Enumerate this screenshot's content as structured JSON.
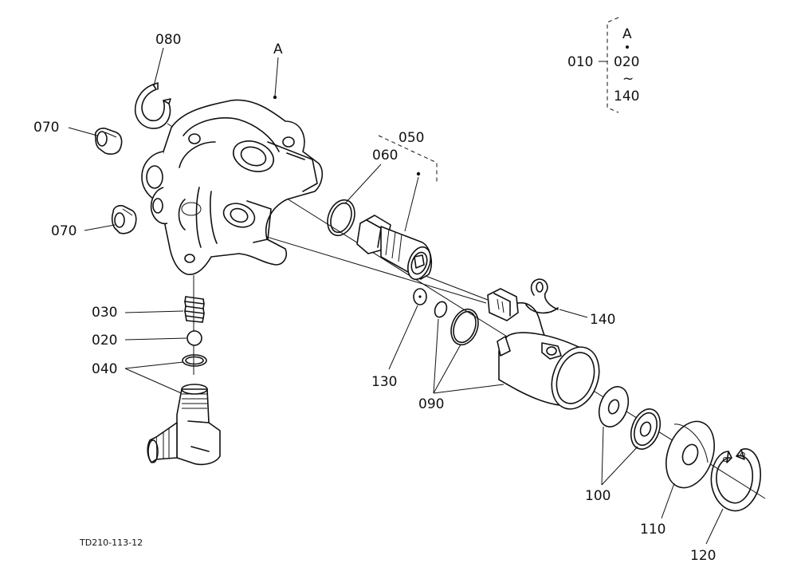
{
  "labels": {
    "c010": "010",
    "c020": "020",
    "c020_top": "020",
    "c030": "030",
    "c040": "040",
    "c050": "050",
    "c060": "060",
    "c070_top": "070",
    "c070_bottom": "070",
    "c080": "080",
    "c090": "090",
    "c100": "100",
    "c110": "110",
    "c120": "120",
    "c130": "130",
    "c140": "140",
    "c140_box": "140",
    "ref_a_main": "A",
    "ref_a_box": "A",
    "tilde": "~"
  },
  "drawing_code": "TD210-113-12"
}
